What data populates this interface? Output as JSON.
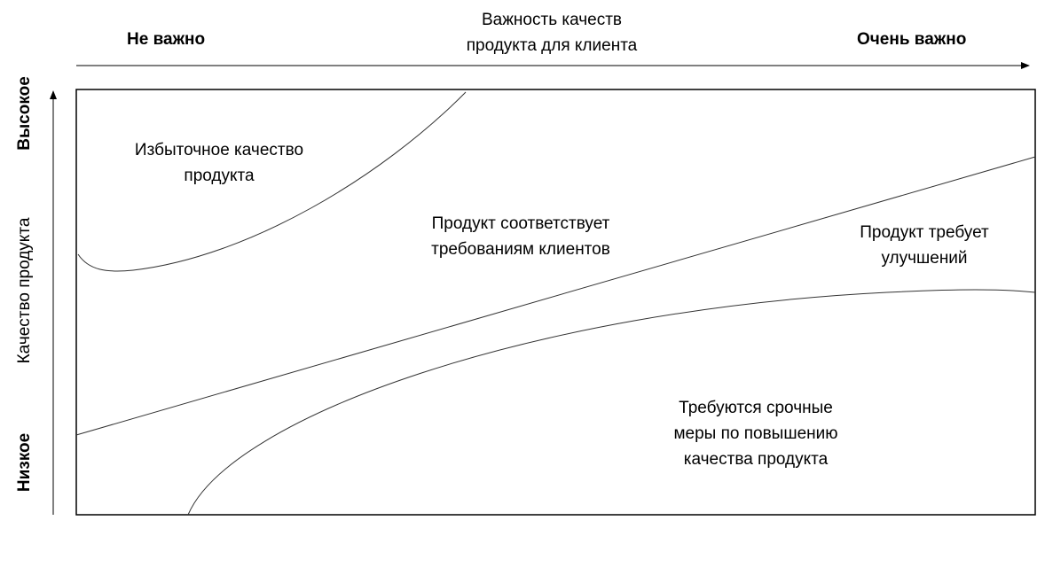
{
  "x_axis": {
    "title_line1": "Важность качеств",
    "title_line2": "продукта для клиента",
    "low": "Не важно",
    "high": "Очень важно"
  },
  "y_axis": {
    "title": "Качество продукта",
    "low": "Низкое",
    "high": "Высокое"
  },
  "regions": {
    "excess": {
      "line1": "Избыточное качество",
      "line2": "продукта"
    },
    "matches": {
      "line1": "Продукт соответствует",
      "line2": "требованиям клиентов"
    },
    "improve": {
      "line1": "Продукт требует",
      "line2": "улучшений"
    },
    "urgent": {
      "line1": "Требуются срочные",
      "line2": "меры по повышению",
      "line3": "качества продукта"
    }
  }
}
